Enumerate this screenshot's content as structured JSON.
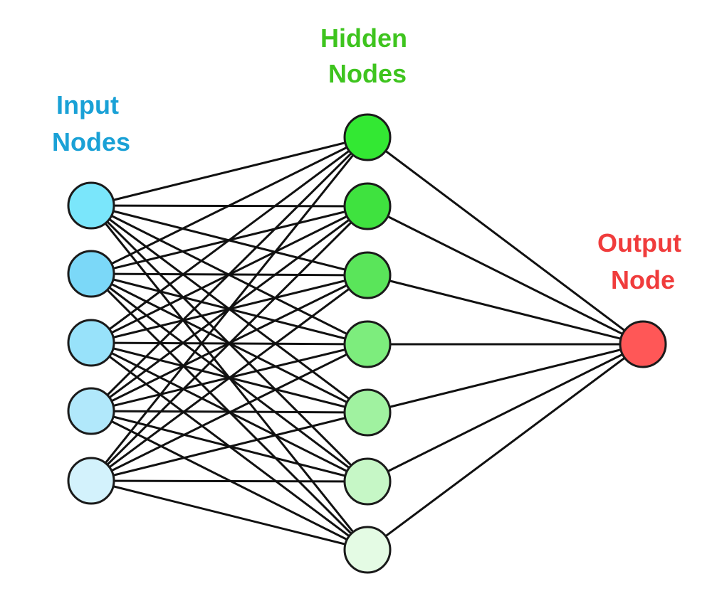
{
  "diagram": {
    "labels": {
      "input": {
        "line1": "Input",
        "line2": "Nodes",
        "color": "#1aa1d6"
      },
      "hidden": {
        "line1": "Hidden",
        "line2": "Nodes",
        "color": "#3ec41e"
      },
      "output": {
        "line1": "Output",
        "line2": "Node",
        "color": "#f03c3c"
      }
    },
    "layers": [
      {
        "name": "input",
        "nodes": [
          {
            "fill": "#7ae6fb"
          },
          {
            "fill": "#7bd8f8"
          },
          {
            "fill": "#98e2fa"
          },
          {
            "fill": "#b1e8fb"
          },
          {
            "fill": "#d3f2fc"
          }
        ]
      },
      {
        "name": "hidden",
        "nodes": [
          {
            "fill": "#33e833"
          },
          {
            "fill": "#3fe23f"
          },
          {
            "fill": "#5ae55a"
          },
          {
            "fill": "#7ded7d"
          },
          {
            "fill": "#a0f2a0"
          },
          {
            "fill": "#c6f7c6"
          },
          {
            "fill": "#e4fbe4"
          }
        ]
      },
      {
        "name": "output",
        "nodes": [
          {
            "fill": "#ff5757"
          }
        ]
      }
    ],
    "connectivity": "fully-connected"
  }
}
